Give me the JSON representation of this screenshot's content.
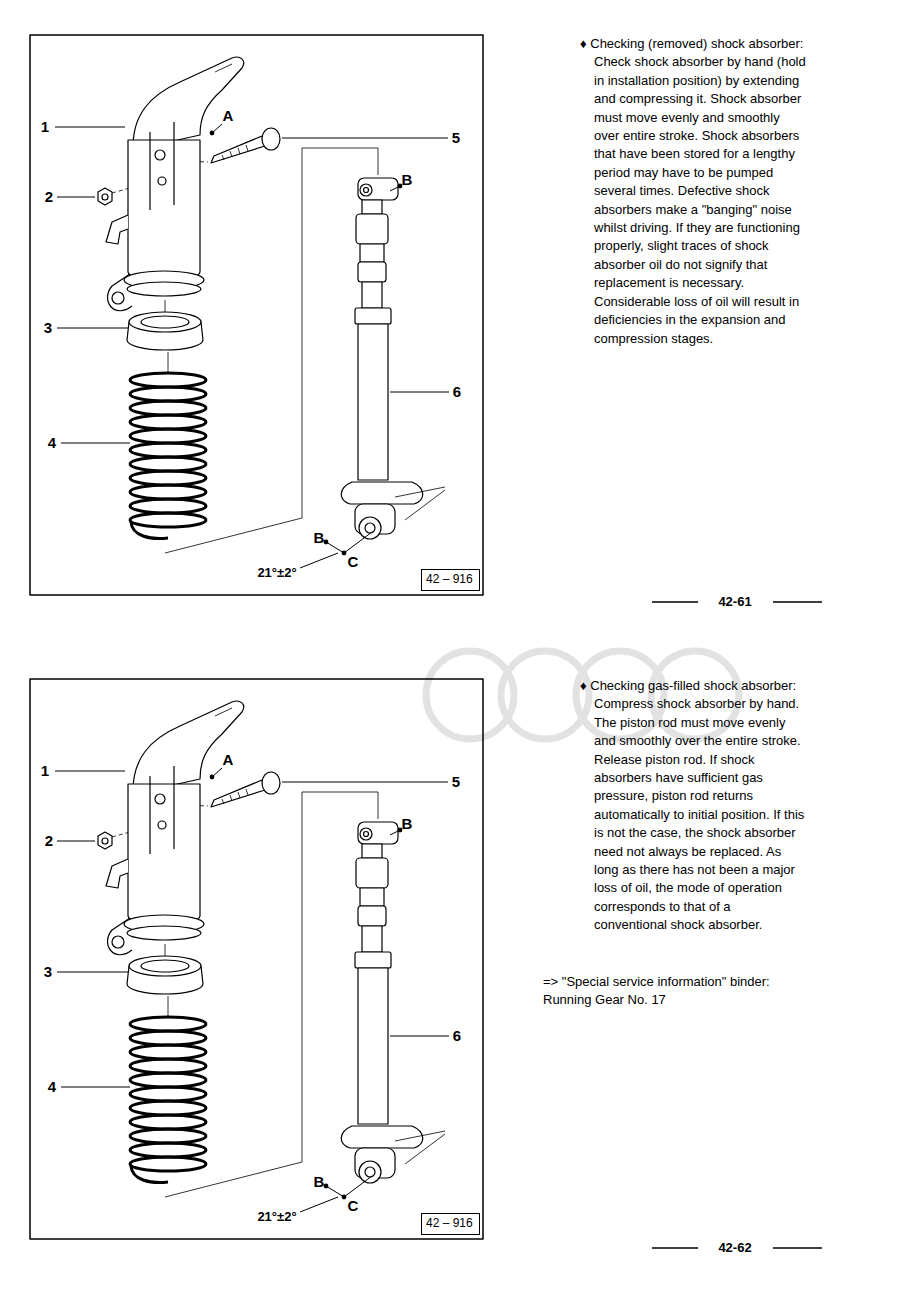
{
  "diagram": {
    "nodes": [
      {
        "text": [
          "42 – 916"
        ]
      },
      {
        "text": [
          "42 – 916"
        ]
      }
    ],
    "labels": [
      "1",
      "A",
      "5",
      "B",
      "2",
      "3",
      "6",
      "4",
      "B",
      "C",
      "21°±2°",
      "♦ Checking (removed) shock absorber: Check shock absorber by hand (hold in installation position) by extending and compressing it. Shock absorber must move evenly and smoothly over entire stroke. Shock absorbers that have been stored for a lengthy period may have to be pumped several times. Defective shock absorbers make a \"banging\" noise whilst driving. If they are functioning properly, slight traces of shock absorber oil do not signify that replacement is necessary. Considerable loss of oil will result in deficiencies in the expansion and compression stages.",
      "42-61",
      "1",
      "A",
      "5",
      "B",
      "2",
      "3",
      "6",
      "4",
      "B",
      "C",
      "21°±2°",
      "♦ Checking gas-filled shock absorber: Compress shock absorber by hand. The piston rod must move evenly and smoothly over the entire stroke. Release piston rod. If shock absorbers have sufficient gas pressure, piston rod returns automatically to initial position. If this is not the case, the shock absorber need not always be replaced. As long as there has not been a major loss of oil, the mode of operation corresponds to that of a conventional shock absorber.",
      "=> \"Special service information\" binder: Running Gear No. 17",
      "42-62"
    ]
  }
}
